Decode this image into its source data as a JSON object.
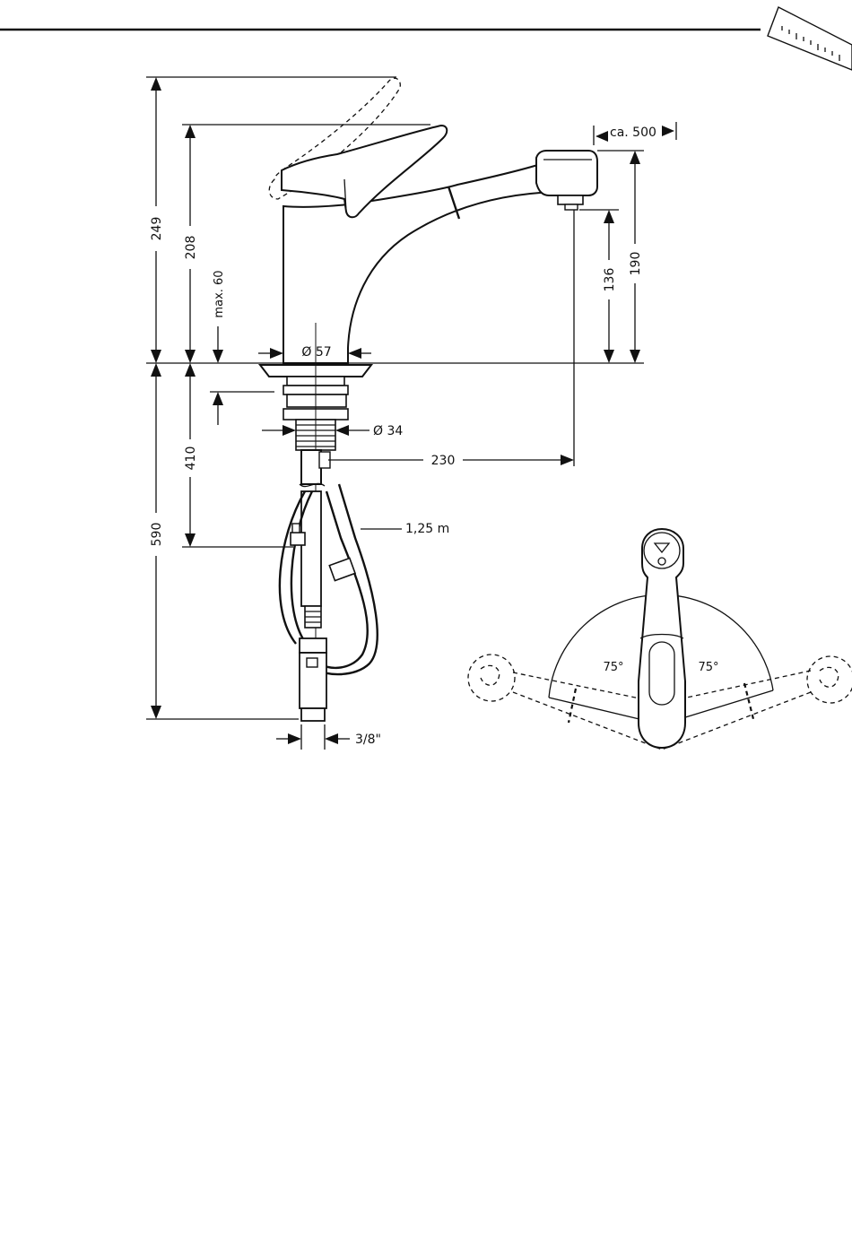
{
  "icons": {
    "header_corner": "ruler-icon"
  },
  "dimensions": {
    "d249": "249",
    "d208": "208",
    "max60": "max. 60",
    "d410": "410",
    "d590": "590",
    "dia57": "Ø 57",
    "dia34": "Ø 34",
    "d230": "230",
    "hose": "1,25 m",
    "conn": "3/8\"",
    "pullout": "ca. 500",
    "d136": "136",
    "d190": "190"
  },
  "angles": {
    "left": "75°",
    "right": "75°"
  }
}
